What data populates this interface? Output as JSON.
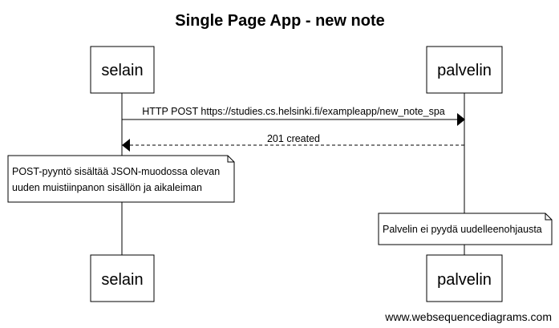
{
  "title": "Single Page App - new note",
  "participants": {
    "client": "selain",
    "server": "palvelin"
  },
  "messages": {
    "request": "HTTP POST https://studies.cs.helsinki.fi/exampleapp/new_note_spa",
    "response": "201 created"
  },
  "notes": {
    "client_note_line1": "POST-pyyntö sisältää JSON-muodossa olevan",
    "client_note_line2": "uuden muistiinpanon sisällön ja aikaleiman",
    "server_note": "Palvelin ei pyydä uudelleenohjausta"
  },
  "watermark": "www.websequencediagrams.com"
}
